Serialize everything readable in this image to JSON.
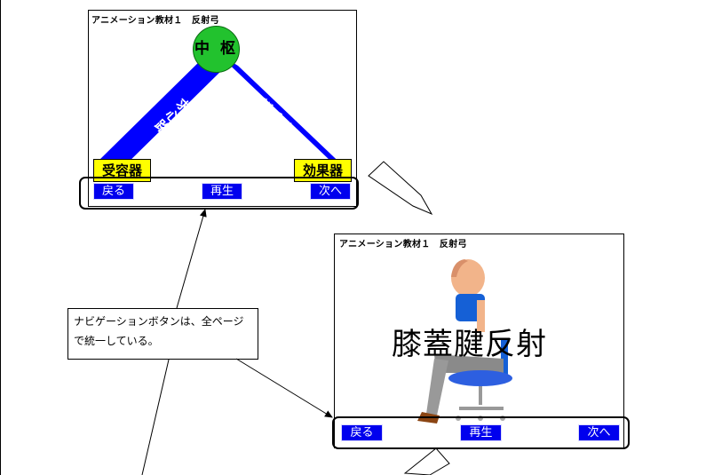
{
  "slide1": {
    "title": "アニメーション教材１　反射弓",
    "center_label": "中 枢",
    "afferent_label": "求心路",
    "efferent_label": "遠心路",
    "receptor_label": "受容器",
    "effector_label": "効果器",
    "buttons": {
      "back": "戻る",
      "replay": "再生",
      "next": "次へ"
    }
  },
  "slide2": {
    "title": "アニメーション教材１　反射弓",
    "main_text": "膝蓋腱反射",
    "buttons": {
      "back": "戻る",
      "replay": "再生",
      "next": "次へ"
    }
  },
  "callout": {
    "text": "ナビゲーションボタンは、全ページで統一している。"
  },
  "colors": {
    "nav_button": "#0000ee",
    "nerve_path": "#0000ff",
    "center": "#22c22e",
    "label_box": "#ffff00"
  }
}
